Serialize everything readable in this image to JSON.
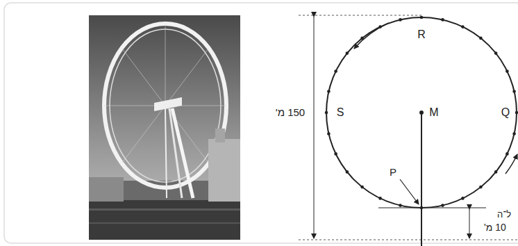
{
  "diagram": {
    "labels": [
      "R",
      "S",
      "M",
      "Q",
      "P",
      "150 מ'",
      "ל־ה",
      "10 מ'"
    ]
  }
}
